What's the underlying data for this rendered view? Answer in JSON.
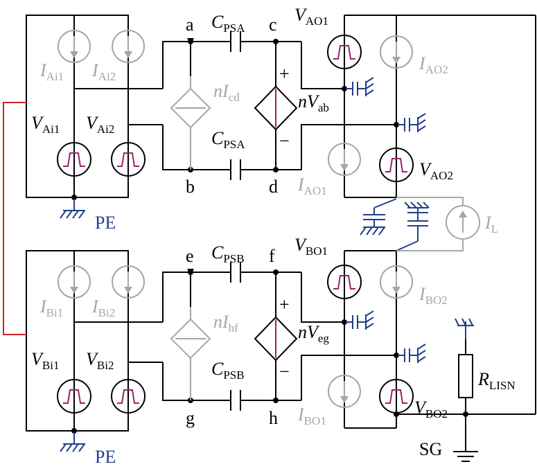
{
  "components": {
    "c_psa_top": {
      "main": "C",
      "sub": "PSA"
    },
    "c_psa_bot": {
      "main": "C",
      "sub": "PSA"
    },
    "c_psb_top": {
      "main": "C",
      "sub": "PSB"
    },
    "c_psb_bot": {
      "main": "C",
      "sub": "PSB"
    },
    "v_ao1": {
      "main": "V",
      "sub": "AO1"
    },
    "v_ao2": {
      "main": "V",
      "sub": "AO2"
    },
    "v_bo1": {
      "main": "V",
      "sub": "BO1"
    },
    "v_bo2": {
      "main": "V",
      "sub": "BO2"
    },
    "v_ai1": {
      "main": "V",
      "sub": "Ai1"
    },
    "v_ai2": {
      "main": "V",
      "sub": "Ai2"
    },
    "v_bi1": {
      "main": "V",
      "sub": "Bi1"
    },
    "v_bi2": {
      "main": "V",
      "sub": "Bi2"
    },
    "i_ai1": {
      "main": "I",
      "sub": "Ai1"
    },
    "i_ai2": {
      "main": "I",
      "sub": "Ai2"
    },
    "i_bi1": {
      "main": "I",
      "sub": "Bi1"
    },
    "i_bi2": {
      "main": "I",
      "sub": "Bi2"
    },
    "i_ao1": {
      "main": "I",
      "sub": "AO1"
    },
    "i_ao2": {
      "main": "I",
      "sub": "AO2"
    },
    "i_bo1": {
      "main": "I",
      "sub": "BO1"
    },
    "i_bo2": {
      "main": "I",
      "sub": "BO2"
    },
    "i_l": {
      "main": "I",
      "sub": "L"
    },
    "n_icd": {
      "pre": "n",
      "main": "I",
      "sub": "cd"
    },
    "n_ihf": {
      "pre": "n",
      "main": "I",
      "sub": "hf"
    },
    "n_vab": {
      "pre": "n",
      "main": "V",
      "sub": "ab"
    },
    "n_veg": {
      "pre": "n",
      "main": "V",
      "sub": "eg"
    },
    "r_lisn": {
      "main": "R",
      "sub": "LISN"
    }
  },
  "nodes": {
    "a": "a",
    "b": "b",
    "c": "c",
    "d": "d",
    "e": "e",
    "f": "f",
    "g": "g",
    "h": "h"
  },
  "polarity": {
    "plus": "+",
    "minus": "−"
  },
  "grounds": {
    "pe_top": "PE",
    "pe_bot": "PE",
    "sg": "SG"
  },
  "colors": {
    "wire": "#000000",
    "inactive": "#a6a6a6",
    "parasitic": "#1f3f8a",
    "link": "#d02020",
    "pulse": "#9c1f6e"
  }
}
